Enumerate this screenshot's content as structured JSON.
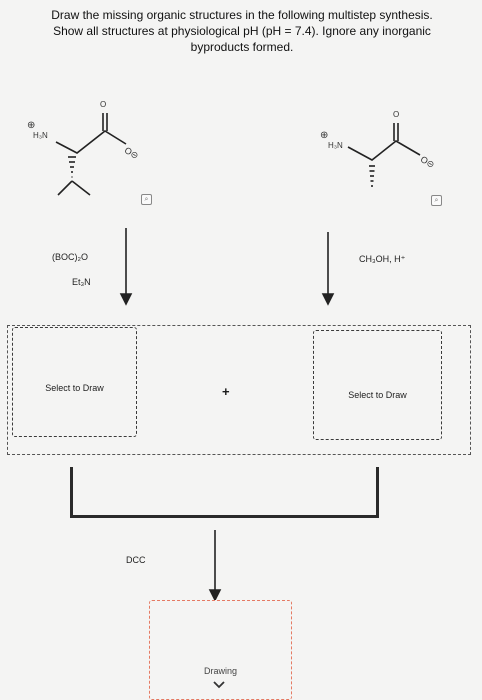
{
  "instructions": {
    "line1": "Draw the missing organic structures in the following multistep synthesis.",
    "line2": "Show all structures at physiological pH (pH = 7.4). Ignore any inorganic",
    "line3": "byproducts formed."
  },
  "left_molecule": {
    "charge_symbol": "⊕",
    "amine_label": "H₃N",
    "carbonyl_o_label": "O",
    "carboxylate_label": "O⊝"
  },
  "right_molecule": {
    "charge_symbol": "⊕",
    "amine_label": "H₃N",
    "carbonyl_o_label": "O",
    "carboxylate_label": "O⊝"
  },
  "left_step": {
    "reagent1": "(BOC)₂O",
    "reagent2": "Et₃N"
  },
  "right_step": {
    "reagent": "CH₃OH, H⁺"
  },
  "plus_sign": "+",
  "coupling_reagent": "DCC",
  "left_box_label": "Select to Draw",
  "right_box_label": "Select to Draw",
  "final_box_label": "Drawing",
  "final_box_icon": "chevron-down-icon",
  "zoom_icon": "magnifier-icon"
}
